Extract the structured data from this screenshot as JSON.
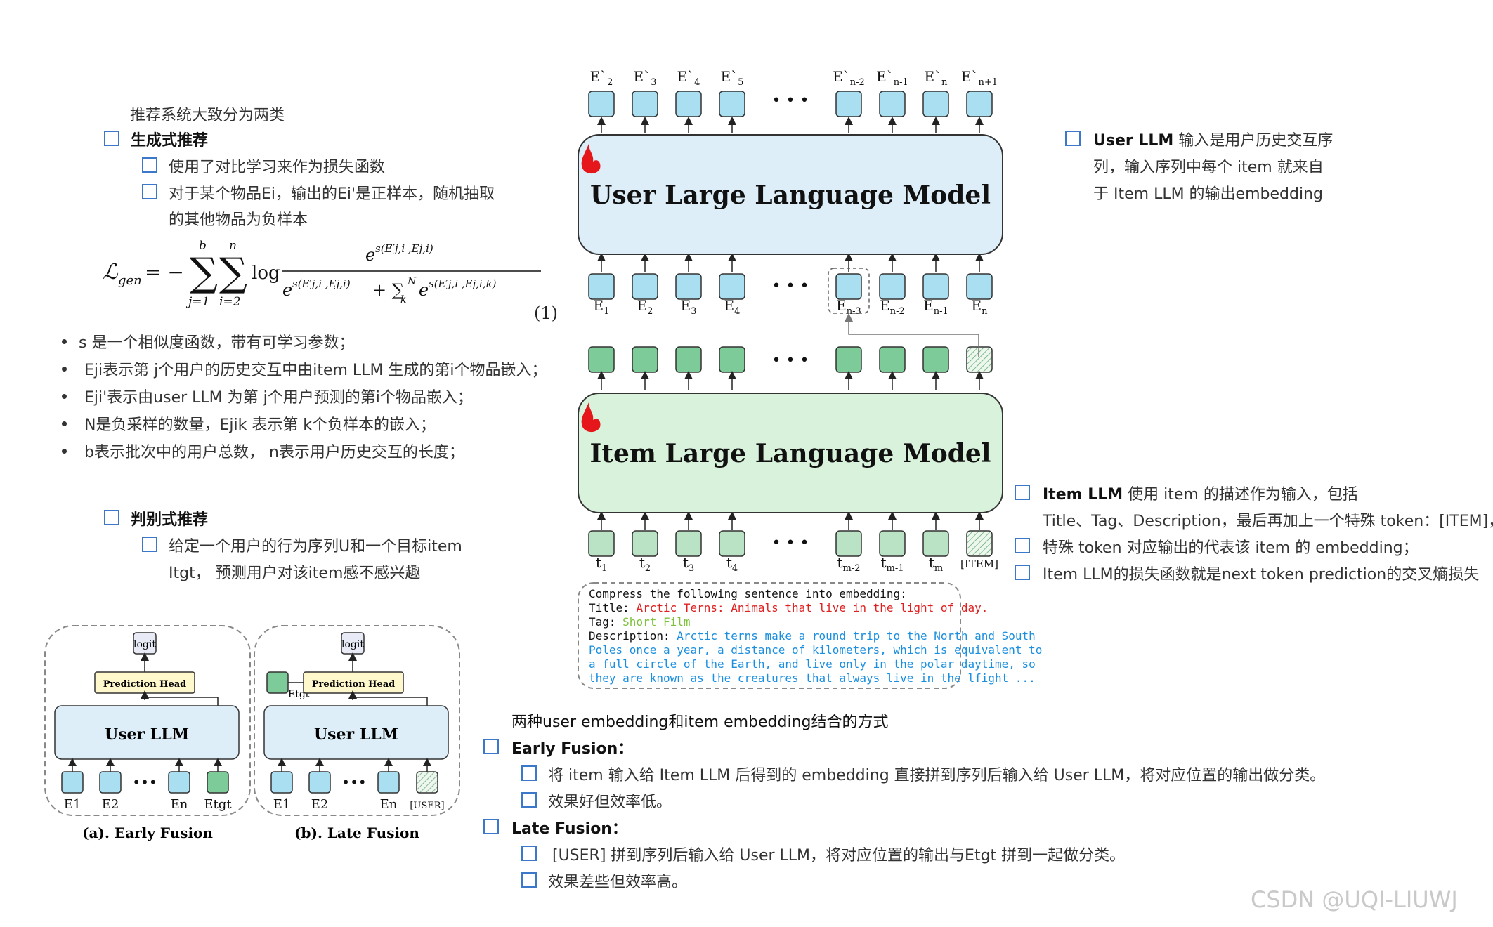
{
  "left": {
    "intro": "推荐系统大致分为两类",
    "gen_heading": "生成式推荐",
    "gen_items": [
      "使用了对比学习来作为损失函数",
      "对于某个物品Ei，输出的Ei'是正样本，随机抽取",
      "的其他物品为负样本"
    ],
    "eq_number": "(1)",
    "bullets": [
      "s 是一个相似度函数，带有可学习参数；",
      "Eji表示第 j个用户的历史交互中由item LLM 生成的第i个物品嵌入；",
      "Eji'表示由user LLM 为第 j个用户预测的第i个物品嵌入；",
      "N是负采样的数量，Ejik 表示第 k个负样本的嵌入；",
      "b表示批次中的用户总数， n表示用户历史交互的长度；"
    ],
    "disc_heading": "判别式推荐",
    "disc_items": [
      "给定一个用户的行为序列U和一个目标item",
      "Itgt， 预测用户对该item感不感兴趣"
    ]
  },
  "fusion_diagrams": [
    {
      "caption": "(a). Early Fusion",
      "model": "User LLM",
      "head": "Prediction Head",
      "logit": "logit",
      "inputs": [
        "E1",
        "E2",
        "En",
        "Etgt"
      ],
      "dots": "•••"
    },
    {
      "caption": "(b). Late Fusion",
      "model": "User LLM",
      "head": "Prediction Head",
      "logit": "logit",
      "inputs": [
        "E1",
        "E2",
        "En",
        "[USER]"
      ],
      "side": "Etgt",
      "dots": "•••"
    }
  ],
  "main_diagram": {
    "user_model": "User Large Language Model",
    "item_model": "Item Large Language Model",
    "top_labels": [
      "E`2",
      "E`3",
      "E`4",
      "E`5",
      "E`n-2",
      "E`n-1",
      "E`n",
      "E`n+1"
    ],
    "mid_labels": [
      "E1",
      "E2",
      "E3",
      "E4",
      "En-3",
      "En-2",
      "En-1",
      "En"
    ],
    "bottom_labels": [
      "t1",
      "t2",
      "t3",
      "t4",
      "tm-2",
      "tm-1",
      "tm",
      "[ITEM]"
    ],
    "dots": "• • •",
    "prompt": {
      "line1": "Compress the following sentence into embedding:",
      "title_label": "Title: ",
      "title_value": "Arctic Terns: Animals that live in the light of day.",
      "tag_label": "Tag: ",
      "tag_value": "Short Film",
      "desc_label": "Description: ",
      "desc_lines": [
        "Arctic terns make a round trip to the North and South",
        "Poles once a year, a distance of kilometers, which is equivalent to",
        "a full circle of the Earth, and live only in the polar daytime, so",
        "they are known as the creatures that always live in the lfight ..."
      ]
    },
    "colors": {
      "user": "#ddeef8",
      "item": "#d9f2dc",
      "blue_token": "#a9dff0",
      "green_token": "#7ecb9a",
      "title_red": "#e02020",
      "tag_green": "#7fc13d",
      "desc_blue": "#1a8fe0"
    }
  },
  "right": {
    "user_llm_bold": "User LLM",
    "user_llm_lines": [
      " 输入是用户历史交互序",
      "列，输入序列中每个 item 就来自",
      "于 Item LLM 的输出embedding"
    ],
    "item_llm_bold": "Item LLM",
    "item_llm_line1": " 使用 item 的描述作为输入，包括",
    "item_llm_line2": "Title、Tag、Description，最后再加上一个特殊 token：[ITEM]，",
    "item_llm_line3": "特殊 token 对应输出的代表该 item 的 embedding；",
    "item_llm_line4": "Item LLM的损失函数就是next token prediction的交叉熵损失"
  },
  "bottom": {
    "heading": "两种user embedding和item embedding结合的方式",
    "early": "Early Fusion：",
    "early_items": [
      "将 item 输入给 Item LLM 后得到的 embedding 直接拼到序列后输入给 User LLM，将对应位置的输出做分类。",
      "效果好但效率低。"
    ],
    "late": "Late Fusion：",
    "late_items": [
      "[USER] 拼到序列后输入给 User LLM，将对应位置的输出与Etgt 拼到一起做分类。",
      "效果差些但效率高。"
    ]
  },
  "watermark": "CSDN @UQI-LIUWJ"
}
